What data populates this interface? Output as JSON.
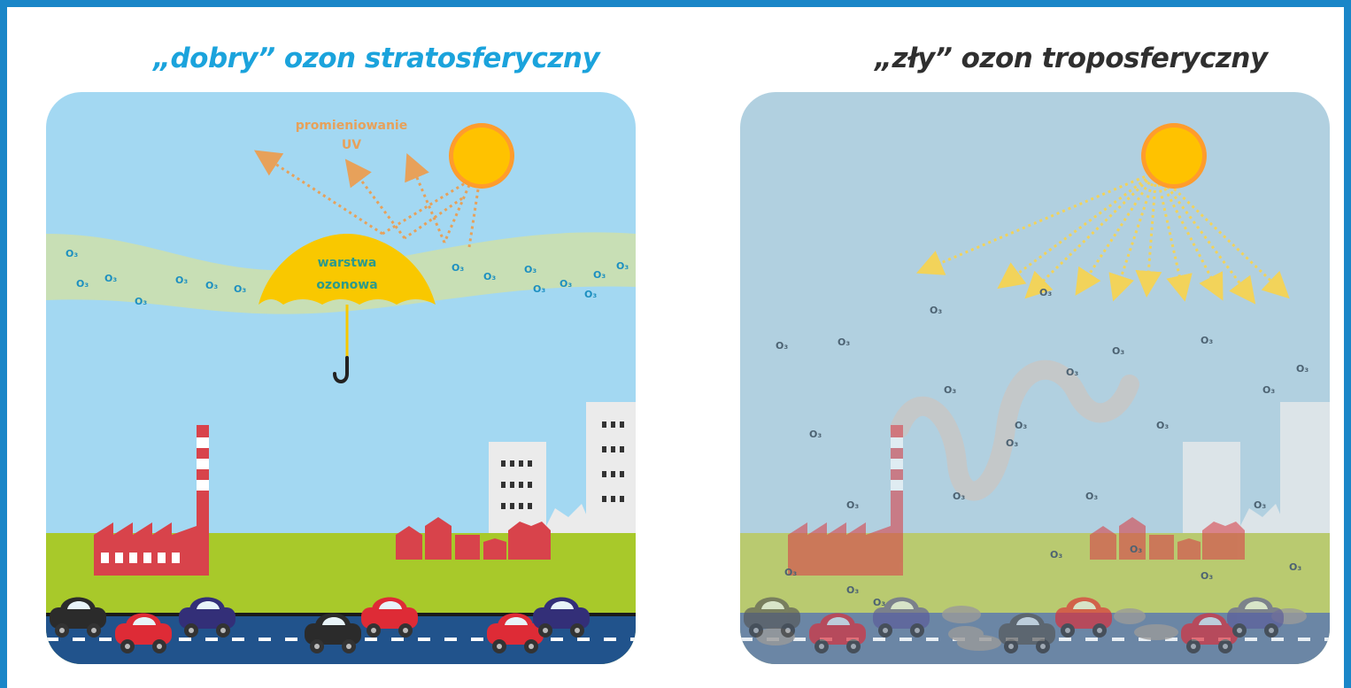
{
  "titles": {
    "good": "„dobry” ozon stratosferyczny",
    "bad": "„zły” ozon troposferyczny"
  },
  "good_panel": {
    "uv_label_line1": "promieniowanie",
    "uv_label_line2": "UV",
    "umbrella_line1": "warstwa",
    "umbrella_line2": "ozonowa"
  },
  "ozone_symbol": "O₃",
  "colors": {
    "frame_border": "#1a86c8",
    "good_title": "#1ba3dc",
    "good_sky": "#a3d8f2",
    "bad_sky": "#b1d0e0",
    "ozone_band": "#c8dfb5",
    "umbrella": "#f9c800",
    "grass": "#a8c92a",
    "road": "#21538c",
    "sun": "#ffc200",
    "uv_rays": "#e7a15a"
  }
}
